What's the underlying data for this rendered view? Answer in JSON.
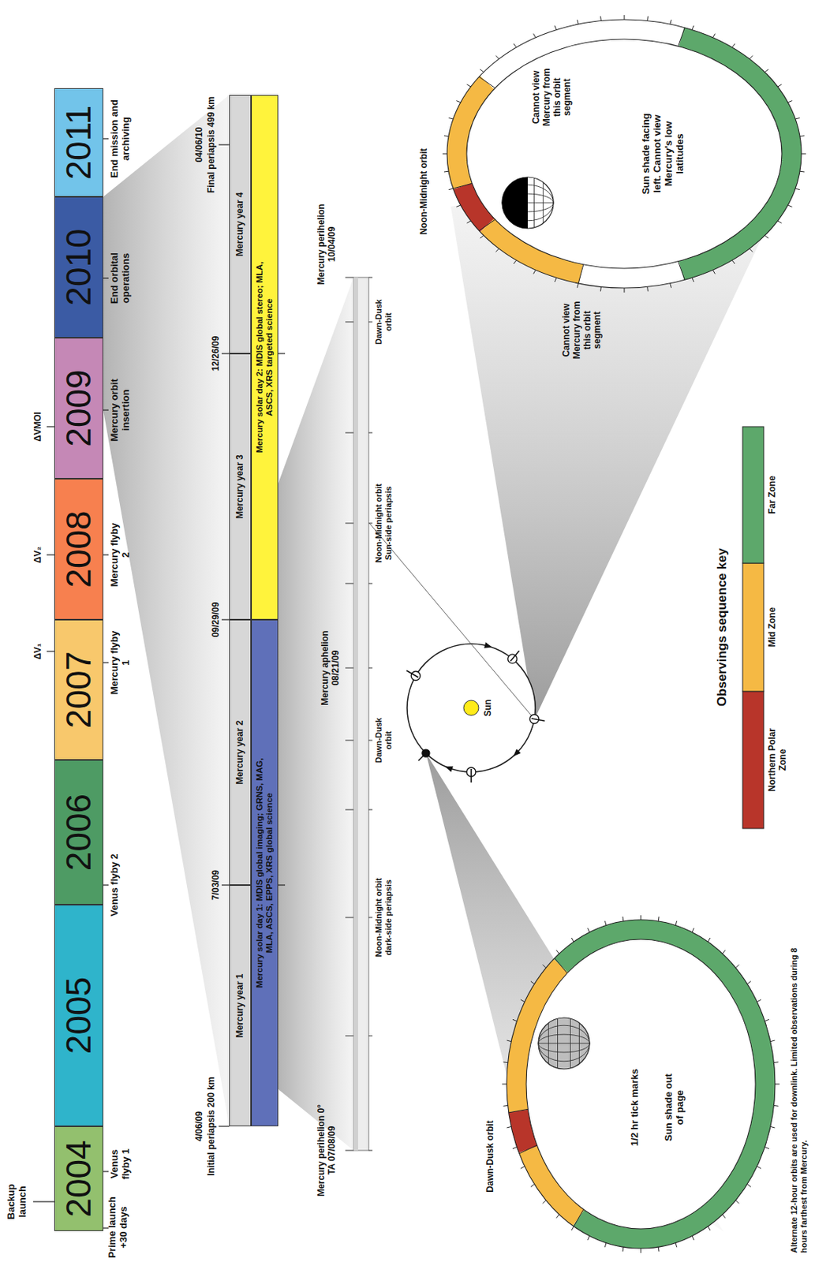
{
  "diagram": {
    "nodes": [
      {
        "text": [
          "2004"
        ]
      },
      {
        "text": [
          "2005"
        ]
      },
      {
        "text": [
          "2006"
        ]
      },
      {
        "text": [
          "2007"
        ]
      },
      {
        "text": [
          "2008"
        ]
      },
      {
        "text": [
          "2009"
        ]
      },
      {
        "text": [
          "2010"
        ]
      },
      {
        "text": [
          "2011"
        ]
      },
      {
        "text": [
          "Mercury year 1"
        ]
      },
      {
        "text": [
          "Mercury year 2"
        ]
      },
      {
        "text": [
          "Mercury year 3"
        ]
      },
      {
        "text": [
          "Mercury year 4"
        ]
      },
      {
        "text": [
          "Mercury solar day 1: MDIS global imaging; GRNS, MAG, MLA, ASCS, EPPS, XRS global science"
        ]
      },
      {
        "text": [
          "Mercury solar day 2: MDIS global stereo; MLA, ASCS, XRS targeted science"
        ]
      },
      {
        "text": [
          "Sun"
        ]
      }
    ],
    "labels": [
      "Backup launch",
      "Prime launch +30 days",
      "ΔV₁",
      "ΔV₂",
      "ΔVMOI",
      "Venus flyby 1",
      "Venus flyby 2",
      "Mercury flyby 1",
      "Mercury flyby 2",
      "Mercury orbit insertion",
      "End orbital operations",
      "End mission and archiving",
      "4/06/09",
      "Initial periapsis 200 km",
      "7/03/09",
      "09/29/09",
      "12/26/09",
      "04/06/10",
      "Final periapsis 499 km",
      "Mercury perihelion 0° TA 07/08/09",
      "Mercury aphelion 08/21/09",
      "Mercury perihelion 10/04/09",
      "Noon-Midnight orbit dark-side periapsis",
      "Dawn-Dusk orbit",
      "Noon-Midnight orbit Sun-side periapsis",
      "Dawn-Dusk orbit",
      "Dawn-Dusk orbit",
      "1/2 hr tick marks",
      "Sun shade out of page",
      "Noon-Midnight orbit",
      "Cannot view Mercury from this orbit segment",
      "Cannot view Mercury from this orbit segment",
      "Sun shade facing left. Cannot view Mercury's low latitudes",
      "Observings sequence key",
      "Alternate 12-hour orbits are used for downlink. Limited observations during 8 hours farthest from Mercury."
    ],
    "legend": [
      {
        "text": "Northern Polar Zone",
        "color": "#b8352a"
      },
      {
        "text": "Mid Zone",
        "color": "#f5b944"
      },
      {
        "text": "Far Zone",
        "color": "#5da86b"
      }
    ]
  }
}
